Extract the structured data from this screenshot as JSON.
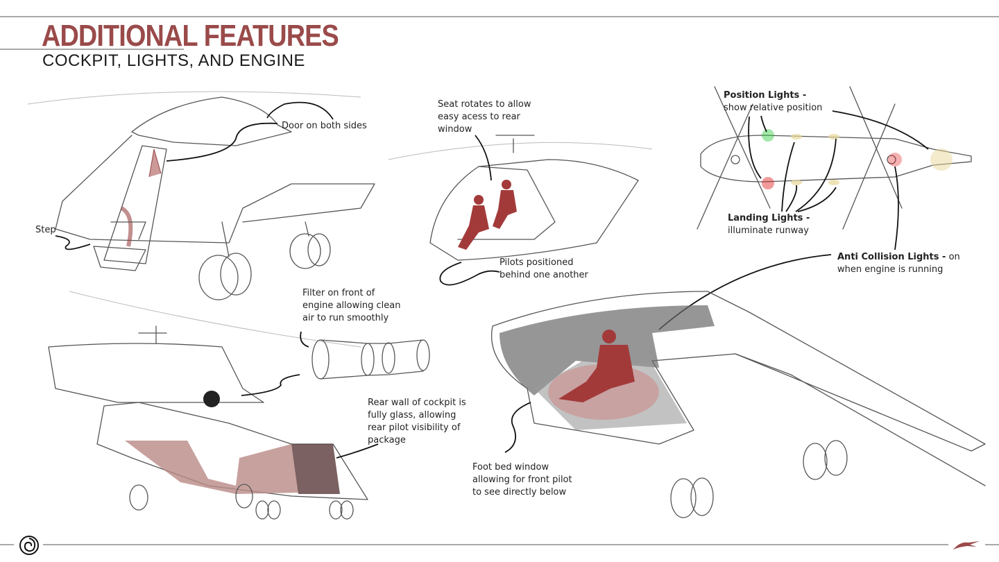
{
  "header": {
    "title": "ADDITIONAL FEATURES",
    "subtitle": "COCKPIT, LIGHTS, AND ENGINE"
  },
  "annotations": {
    "door": "Door on both sides",
    "step": "Step",
    "seat": [
      "Seat rotates to allow",
      "easy acess to rear",
      "window"
    ],
    "pilots": [
      "Pilots positioned",
      "behind one another"
    ],
    "filter": [
      "Filter on front of",
      "engine allowing clean",
      "air to run  smoothly"
    ],
    "rear_wall": [
      "Rear wall of cockpit is",
      "fully glass, allowing",
      "rear pilot visibility of",
      "package"
    ],
    "foot_bed": [
      "Foot bed window",
      "allowing for front pilot",
      "to see directly below"
    ],
    "position_lights": {
      "title": "Position Lights -",
      "desc": "show relative position"
    },
    "landing_lights": {
      "title": "Landing Lights -",
      "desc": "illuminate runway"
    },
    "anti_collision": {
      "title": "Anti Collision Lights -",
      "desc_inline": " on",
      "desc": "when engine is running"
    }
  },
  "colors": {
    "accent": "#9a4a4a",
    "pilot": "#a33a3a",
    "green_light": "#2ecc40",
    "red_light": "#e02020",
    "landing_light": "#e8d79a"
  },
  "footer": {
    "left_logo": "spiral-logo-icon",
    "right_logo": "bird-logo-icon"
  }
}
